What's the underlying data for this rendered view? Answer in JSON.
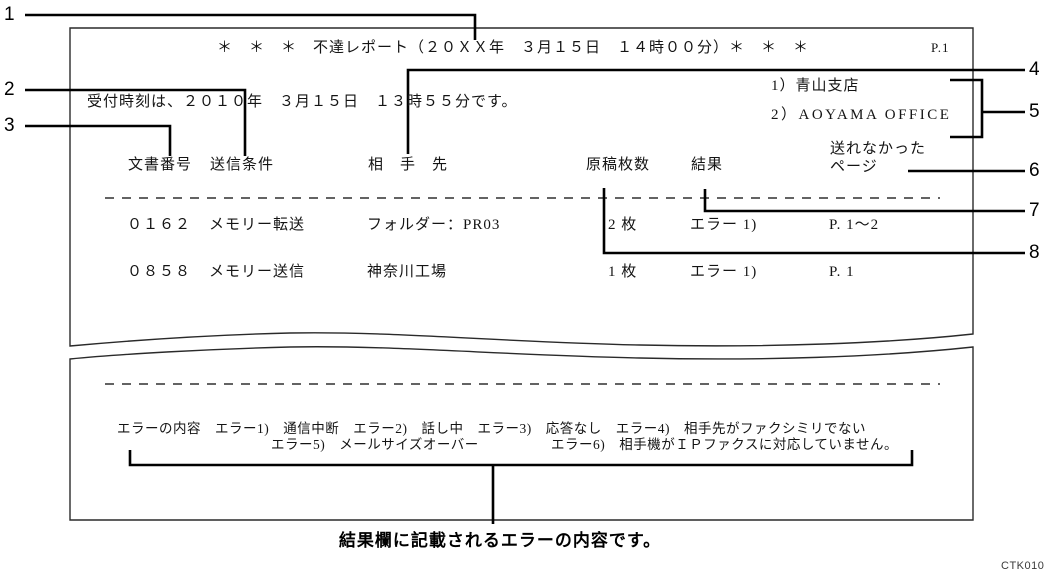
{
  "callouts": {
    "n1": "1",
    "n2": "2",
    "n3": "3",
    "n4": "4",
    "n5": "5",
    "n6": "6",
    "n7": "7",
    "n8": "8"
  },
  "report": {
    "title": "＊　＊　＊　不達レポート（２０ＸＸ年　３月１５日　１４時００分）＊　＊　＊",
    "page_number": "P.1",
    "reception_time": "受付時刻は、２０１０年　３月１５日　１３時５５分です。",
    "own_name_line1": "1）青山支店",
    "own_name_line2": "2）AOYAMA OFFICE",
    "columns": {
      "doc_no": "文書番号",
      "condition": "送信条件",
      "destination": "相　手　先",
      "pages": "原稿枚数",
      "result": "結果",
      "failed_line1": "送れなかった",
      "failed_line2": "ページ"
    },
    "rows": [
      {
        "doc_no": "０１６２",
        "condition": "メモリー転送",
        "destination": "フォルダー：PR03",
        "pages": "2 枚",
        "result": "エラー 1)",
        "failed": "P. 1～2"
      },
      {
        "doc_no": "０８５８",
        "condition": "メモリー送信",
        "destination": "神奈川工場",
        "pages": "1 枚",
        "result": "エラー 1)",
        "failed": "P. 1"
      }
    ],
    "error_legend_line1": "エラーの内容　エラー1)　通信中断　エラー2)　話し中　エラー3)　応答なし　エラー4)　相手先がファクシミリでない",
    "error_legend_line2a": "エラー5)　メールサイズオーバー",
    "error_legend_line2b": "エラー6)　相手機がＩＰファクスに対応していません。"
  },
  "caption": "結果欄に記載されるエラーの内容です。",
  "figure_code": "CTK010"
}
